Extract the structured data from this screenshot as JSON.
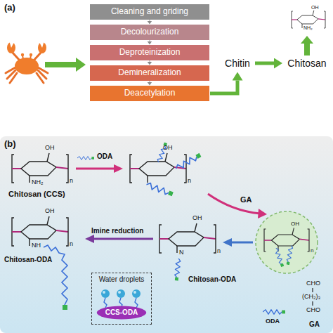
{
  "diagram": {
    "nodes": [
      {
        "text": [
          "Cleaning and griding"
        ]
      },
      {
        "text": [
          "Decolourization"
        ]
      },
      {
        "text": [
          "Deproteinization"
        ]
      },
      {
        "text": [
          "Demineralization"
        ]
      },
      {
        "text": [
          "Deacetylation"
        ]
      },
      {
        "text": [
          "Chitin"
        ]
      },
      {
        "text": [
          "Chitosan"
        ]
      },
      {
        "text": [
          "Water droplets"
        ]
      },
      {
        "text": [
          "CCS-ODA"
        ],
        "in": 7
      }
    ],
    "edges": [
      {
        "from": 0,
        "to": 1,
        "arrow": "to"
      },
      {
        "from": 1,
        "to": 2,
        "arrow": "to"
      },
      {
        "from": 2,
        "to": 3,
        "arrow": "to"
      },
      {
        "from": 3,
        "to": 4,
        "arrow": "to"
      },
      {
        "from": 4,
        "to": 5,
        "arrow": "to"
      },
      {
        "from": 5,
        "to": 6,
        "arrow": "to"
      }
    ],
    "labels": [
      "(a)",
      "(b)",
      "OH",
      "NH₂",
      "OH",
      "NH₂",
      "n",
      "Chitosan (CCS)",
      "ODA",
      "OH",
      "n",
      "GA",
      "OH",
      "n",
      "Imine reduction",
      "OH",
      "N",
      "n",
      "Chitosan-ODA",
      "OH",
      "NH",
      "n",
      "Chitosan-ODA",
      "ODA",
      "CHO",
      "(CH₂)₃",
      "CHO",
      "GA"
    ]
  }
}
